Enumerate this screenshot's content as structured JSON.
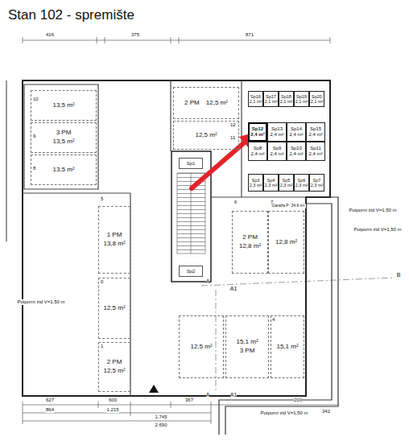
{
  "diagram": {
    "title": "Stan 102 - spremište",
    "nodes": [
      {
        "text": [
          "13,5 m²"
        ]
      },
      {
        "text": [
          "3 PM",
          "13,5 m²"
        ]
      },
      {
        "text": [
          "13,5 m²"
        ]
      },
      {
        "text": [
          "2 PM",
          "12,5 m²"
        ]
      },
      {
        "text": [
          "12,5 m²"
        ]
      },
      {
        "text": [
          "Sp16",
          "2,1 m²"
        ]
      },
      {
        "text": [
          "Sp17",
          "2,1 m²"
        ]
      },
      {
        "text": [
          "Sp18",
          "2,1 m²"
        ]
      },
      {
        "text": [
          "Sp19",
          "2,1 m²"
        ]
      },
      {
        "text": [
          "Sp20",
          "2,1 m²"
        ]
      },
      {
        "text": [
          "Sp12",
          "2,4 m²"
        ]
      },
      {
        "text": [
          "Sp13",
          "2,4 m²"
        ]
      },
      {
        "text": [
          "Sp14",
          "2,4 m²"
        ]
      },
      {
        "text": [
          "Sp15",
          "2,4 m²"
        ]
      },
      {
        "text": [
          "Sp8",
          "2,4 m²"
        ]
      },
      {
        "text": [
          "Sp9",
          "2,4 m²"
        ]
      },
      {
        "text": [
          "Sp10",
          "2,4 m²"
        ]
      },
      {
        "text": [
          "Sp11",
          "2,4 m²"
        ]
      },
      {
        "text": [
          "Sp3",
          "2,3 m²"
        ]
      },
      {
        "text": [
          "Sp4",
          "2,3 m²"
        ]
      },
      {
        "text": [
          "Sp5",
          "2,3 m²"
        ]
      },
      {
        "text": [
          "Sp6",
          "2,3 m²"
        ]
      },
      {
        "text": [
          "Sp7",
          "2,3 m²"
        ]
      },
      {
        "text": [
          "1 PM",
          "13,8 m²"
        ]
      },
      {
        "text": [
          "12,5 m²"
        ]
      },
      {
        "text": [
          "2 PM",
          "12,5 m²"
        ]
      },
      {
        "text": [
          "2 PM",
          "12,8 m²"
        ]
      },
      {
        "text": [
          "12,8 m²"
        ]
      },
      {
        "text": [
          "12,5 m²"
        ]
      },
      {
        "text": [
          "15,1 m²",
          "3 PM"
        ]
      },
      {
        "text": [
          "15,1 m²"
        ]
      },
      {
        "text": [
          "Sp1"
        ]
      },
      {
        "text": [
          "Sp2"
        ]
      }
    ],
    "labels": [
      "10",
      "9",
      "8",
      "12",
      "11",
      "5",
      "0",
      "1",
      "6",
      "7",
      "4",
      "Garaža P: 34.6 m²",
      "Potporni zid V=1,50 m",
      "Potporni zid V=1,50 m",
      "Potporni zid V=1,50 m",
      "Potporni zid V=1,50 m",
      "416",
      "375",
      "871",
      "627",
      "600",
      "367",
      "200",
      "342",
      "864",
      "1.215",
      "1.745",
      "2.690",
      "A",
      "A1",
      "A",
      "A1",
      "B"
    ]
  }
}
